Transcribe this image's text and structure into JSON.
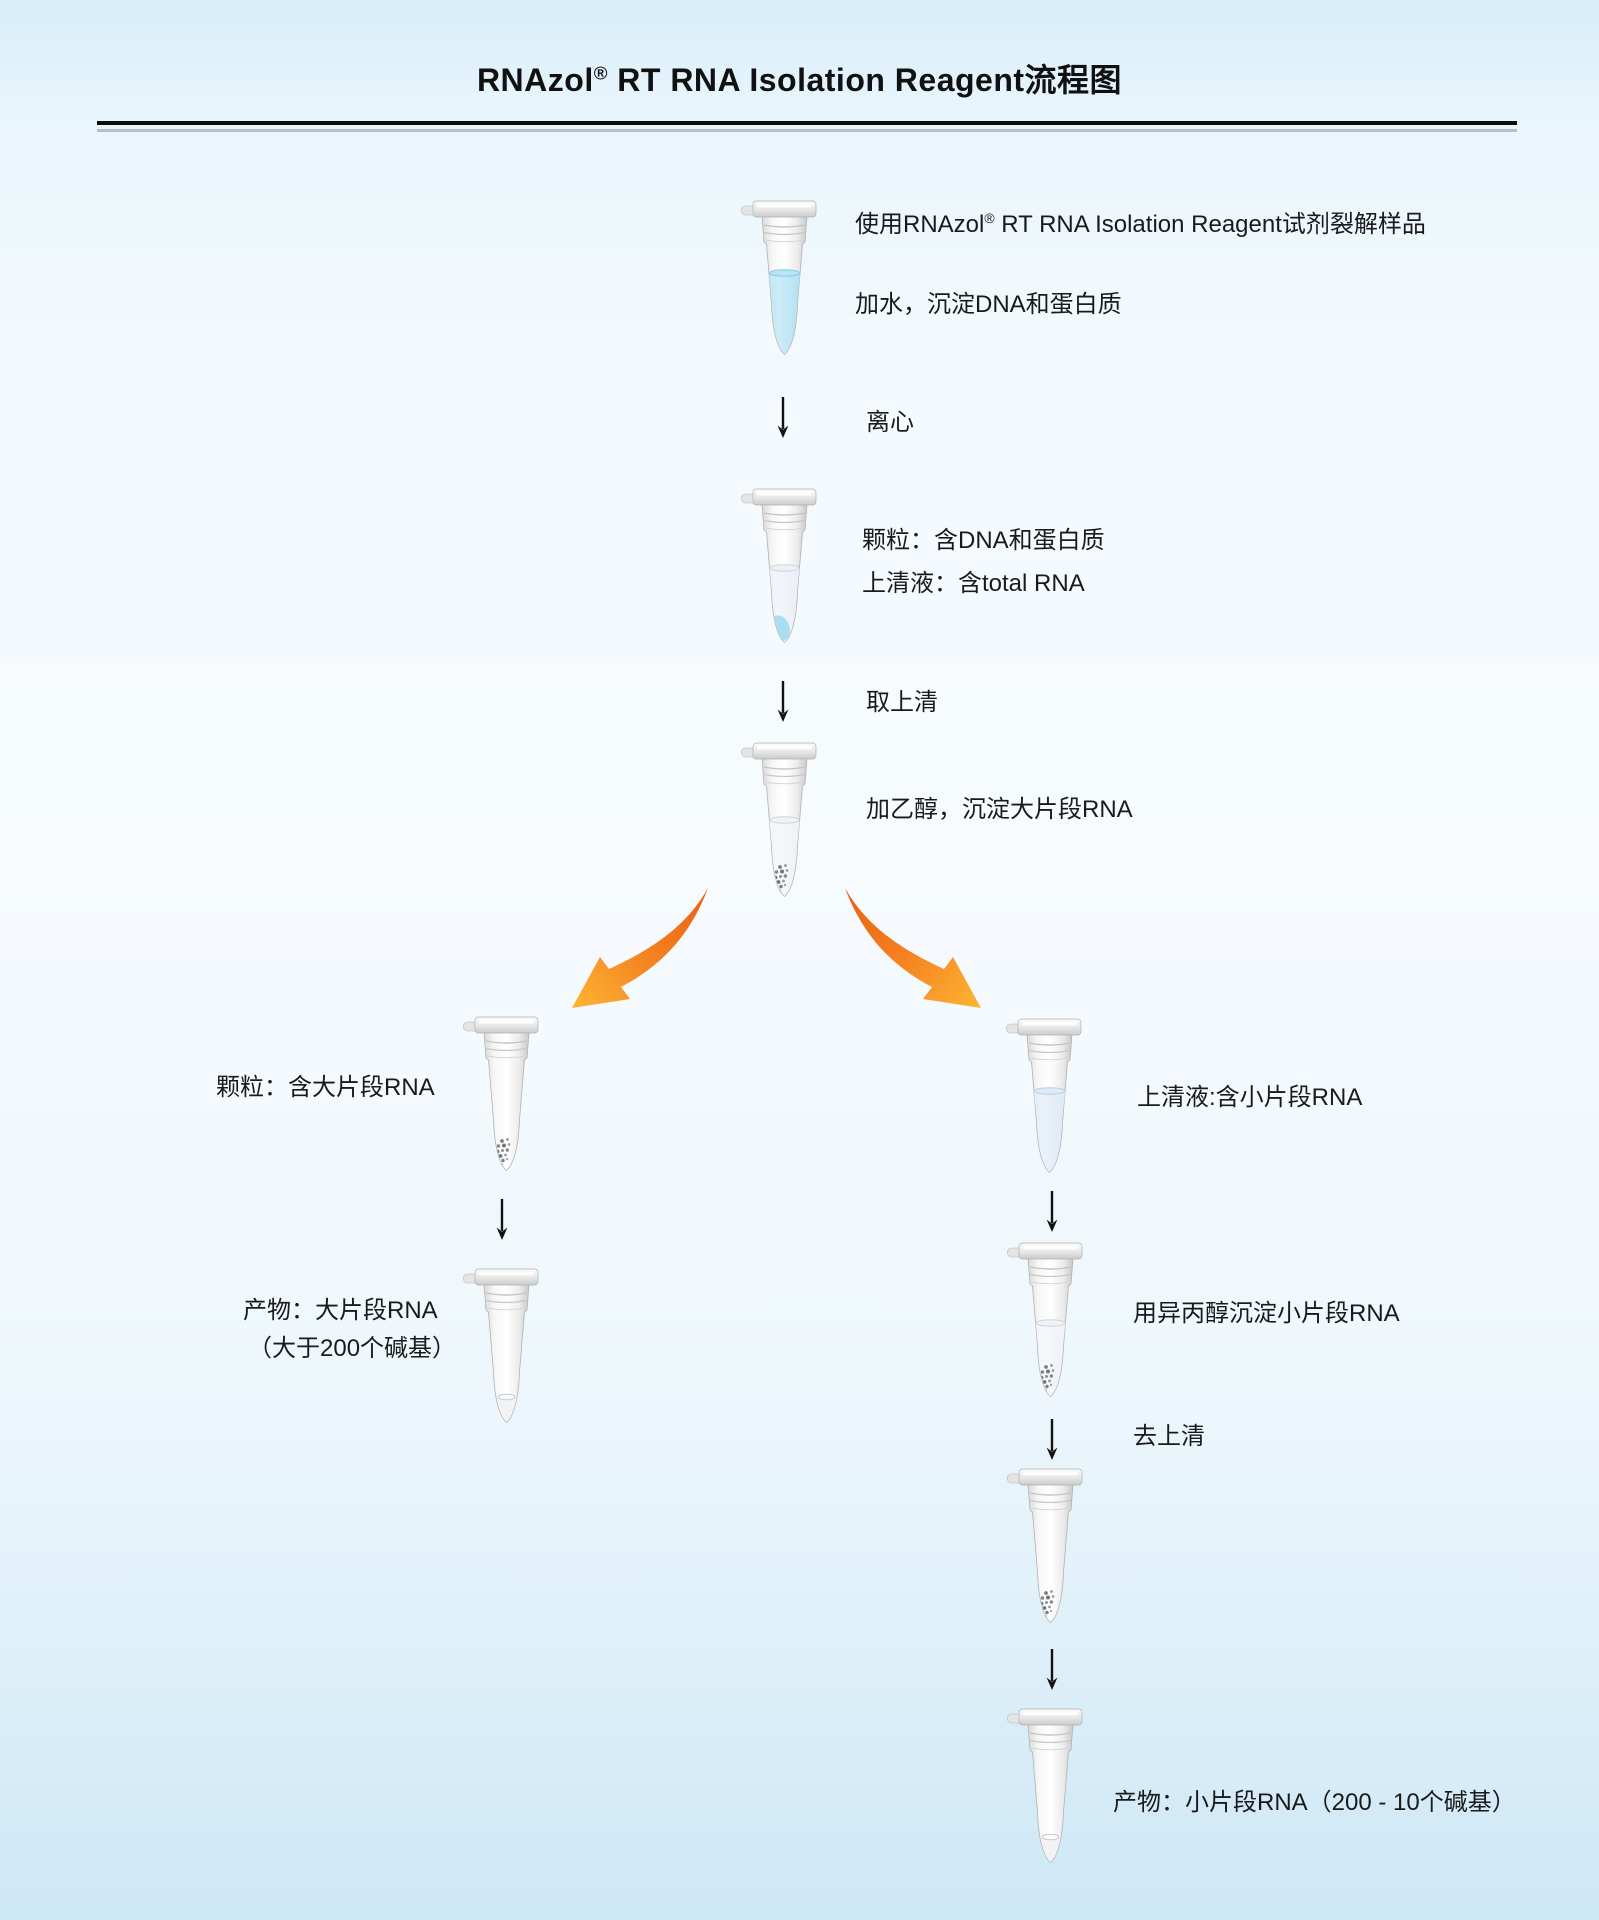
{
  "title": {
    "pre": "RNAzol",
    "reg": "®",
    "post": " RT RNA Isolation Reagent流程图"
  },
  "steps": {
    "lyse": {
      "pre": "使用RNAzol",
      "reg": "®",
      "post": " RT RNA Isolation Reagent试剂裂解样品"
    },
    "add_water": "加水，沉淀DNA和蛋白质",
    "centrifuge": "离心",
    "pellet_dna": "颗粒：含DNA和蛋白质",
    "supernatant_total": "上清液：含total RNA",
    "take_supernatant": "取上清",
    "add_ethanol": "加乙醇，沉淀大片段RNA",
    "pellet_large": "颗粒：含大片段RNA",
    "product_large_line1": "产物：大片段RNA",
    "product_large_line2": "（大于200个碱基）",
    "supernatant_small": "上清液:含小片段RNA",
    "isopropanol": "用异丙醇沉淀小片段RNA",
    "remove_supernatant": "去上清",
    "product_small": "产物：小片段RNA（200 - 10个碱基）"
  },
  "colors": {
    "text": "#1a1a1a",
    "rule_black": "#0d0d0d",
    "rule_grey": "#b4c0c6",
    "swoosh_start": "#e95f14",
    "swoosh_mid": "#f58220",
    "swoosh_end": "#fcb534",
    "liquid_blue": "#a9def2",
    "liquid_pale_blue": "#d6e4f4",
    "pellet_dot": "#50555b",
    "arrow_black": "#121212",
    "background_top": "#d7edf9",
    "background_mid": "#f7fbfe",
    "background_bottom": "#cde8f6"
  }
}
